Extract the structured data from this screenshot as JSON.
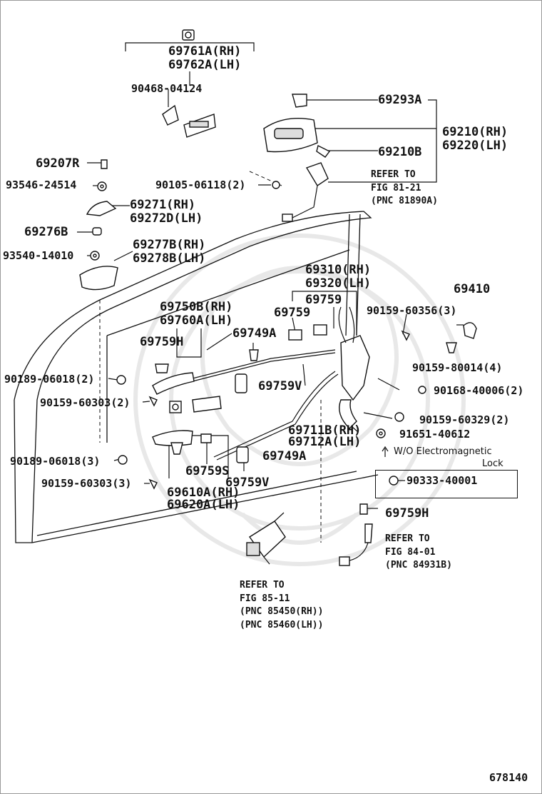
{
  "diagram": {
    "figure_number": "678140",
    "labels": {
      "p69761": "69761A(RH)",
      "p69762": "69762A(LH)",
      "p90468": "90468-04124",
      "p69293": "69293A",
      "p69210rh": "69210(RH)",
      "p69220lh": "69220(LH)",
      "p69210b": "69210B",
      "p69207": "69207R",
      "p93546": "93546-24514",
      "p90105": "90105-06118(2)",
      "p69271": "69271(RH)",
      "p69272": "69272D(LH)",
      "p69276": "69276B",
      "p93540": "93540-14010",
      "p69277": "69277B(RH)",
      "p69278": "69278B(LH)",
      "p69310": "69310(RH)",
      "p69320": "69320(LH)",
      "p69759a": "69759",
      "p69759b": "69759",
      "p69410": "69410",
      "p90159_356": "90159-60356(3)",
      "p69750": "69750B(RH)",
      "p69760": "69760A(LH)",
      "p69759h1": "69759H",
      "p69749a1": "69749A",
      "p90159_014": "90159-80014(4)",
      "p90189_2": "90189-06018(2)",
      "p69759v1": "69759V",
      "p90168": "90168-40006(2)",
      "p90159_303_2": "90159-60303(2)",
      "p90159_329": "90159-60329(2)",
      "p69711": "69711B(RH)",
      "p69712": "69712A(LH)",
      "p91651": "91651-40612",
      "p69749a2": "69749A",
      "p90189_3": "90189-06018(3)",
      "p69759s": "69759S",
      "p69759v2": "69759V",
      "p90159_303_3": "90159-60303(3)",
      "p69610": "69610A(RH)",
      "p69620": "69620A(LH)",
      "p90333": "90333-40001",
      "p69759h2": "69759H"
    },
    "notes": {
      "wo_line1": "W/O Electromagnetic",
      "wo_line2": "Lock"
    },
    "references": [
      {
        "line1": "REFER TO",
        "line2": "FIG 81-21",
        "line3": "(PNC 81890A)"
      },
      {
        "line1": "REFER TO",
        "line2": "FIG 84-01",
        "line3": "(PNC 84931B)"
      },
      {
        "line1": "REFER TO",
        "line2": "FIG 85-11",
        "line3": "(PNC 85450(RH))",
        "line4": "(PNC 85460(LH))"
      }
    ]
  }
}
